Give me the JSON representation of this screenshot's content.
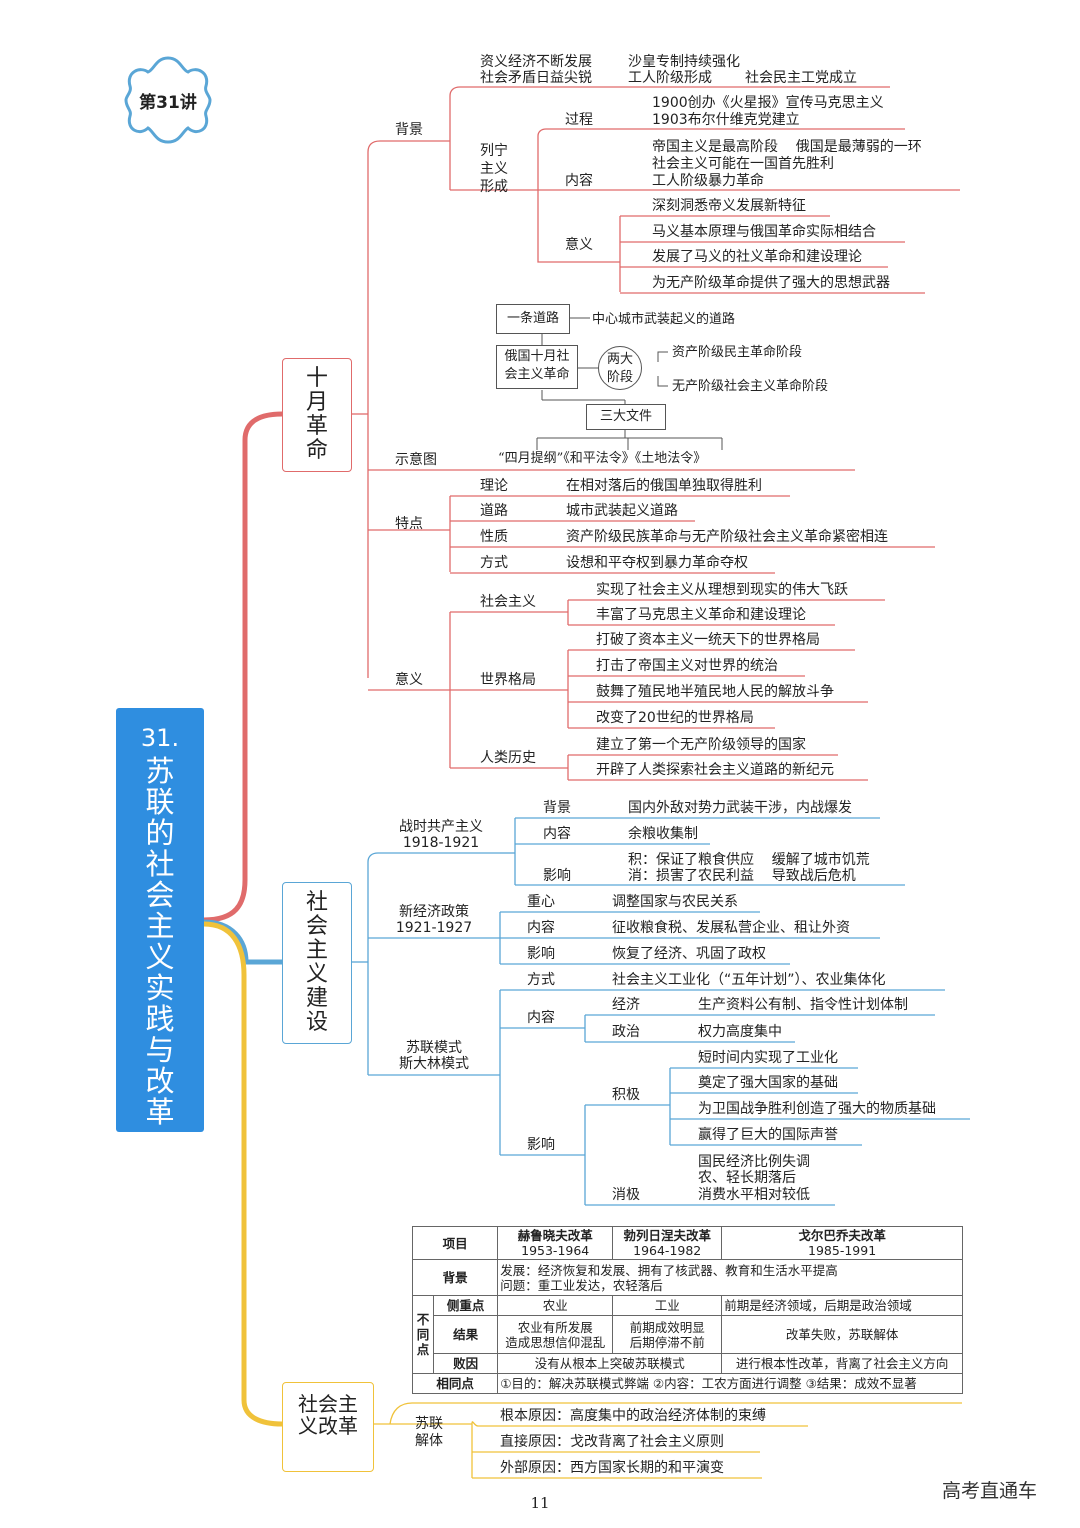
{
  "badge": "第31讲",
  "main_title": {
    "num": "31.",
    "text": "苏联的社会主义实践与改革"
  },
  "branches": {
    "october": "十月革命",
    "construction": "社会主义建设",
    "reform": "社会主义改革"
  },
  "october": {
    "background": {
      "label": "背景",
      "items": [
        {
          "a": "资义经济不断发展",
          "b": "沙皇专制持续强化"
        },
        {
          "a": "社会矛盾日益尖锐",
          "b": "工人阶级形成",
          "c": "社会民主工党成立"
        }
      ],
      "lenin": {
        "label": "列宁主义形成",
        "process": {
          "label": "过程",
          "lines": [
            "1900创办《火星报》宣传马克思主义",
            "1903布尔什维克党建立"
          ]
        },
        "content": {
          "label": "内容",
          "lines": [
            "帝国主义是最高阶段    俄国是最薄弱的一环",
            "社会主义可能在一国首先胜利",
            "工人阶级暴力革命"
          ]
        },
        "meaning": {
          "label": "意义",
          "lines": [
            "深刻洞悉帝义发展新特征",
            "马义基本原理与俄国革命实际相结合",
            "发展了马义的社义革命和建设理论",
            "为无产阶级革命提供了强大的思想武器"
          ]
        }
      }
    },
    "diagram": {
      "label": "示意图",
      "road": "一条道路",
      "road_desc": "中心城市武装起义的道路",
      "center": "俄国十月社会主义革命",
      "two_stages": "两大阶段",
      "stage1": "资产阶级民主革命阶段",
      "stage2": "无产阶级社会主义革命阶段",
      "three_docs": "三大文件",
      "docs": "“四月提纲”《和平法令》《土地法令》"
    },
    "features": {
      "label": "特点",
      "rows": [
        {
          "k": "理论",
          "v": "在相对落后的俄国单独取得胜利"
        },
        {
          "k": "道路",
          "v": "城市武装起义道路"
        },
        {
          "k": "性质",
          "v": "资产阶级民族革命与无产阶级社会主义革命紧密相连"
        },
        {
          "k": "方式",
          "v": "设想和平夺权到暴力革命夺权"
        }
      ]
    },
    "significance": {
      "label": "意义",
      "socialism": {
        "label": "社会主义",
        "lines": [
          "实现了社会主义从理想到现实的伟大飞跃",
          "丰富了马克思主义革命和建设理论"
        ]
      },
      "world": {
        "label": "世界格局",
        "lines": [
          "打破了资本主义一统天下的世界格局",
          "打击了帝国主义对世界的统治",
          "鼓舞了殖民地半殖民地人民的解放斗争",
          "改变了20世纪的世界格局"
        ]
      },
      "human": {
        "label": "人类历史",
        "lines": [
          "建立了第一个无产阶级领导的国家",
          "开辟了人类探索社会主义道路的新纪元"
        ]
      }
    }
  },
  "construction": {
    "war_communism": {
      "label": "战时共产主义\n1918-1921",
      "rows": [
        {
          "k": "背景",
          "v": "国内外敌对势力武装干涉，内战爆发"
        },
        {
          "k": "内容",
          "v": "余粮收集制"
        },
        {
          "k": "影响",
          "v1": "积：保证了粮食供应    缓解了城市饥荒",
          "v2": "消：损害了农民利益    导致战后危机"
        }
      ]
    },
    "nep": {
      "label": "新经济政策\n1921-1927",
      "rows": [
        {
          "k": "重心",
          "v": "调整国家与农民关系"
        },
        {
          "k": "内容",
          "v": "征收粮食税、发展私营企业、租让外资"
        },
        {
          "k": "影响",
          "v": "恢复了经济、巩固了政权"
        }
      ]
    },
    "soviet_model": {
      "label": "苏联模式\n斯大林模式",
      "method": {
        "k": "方式",
        "v": "社会主义工业化（“五年计划”）、农业集体化"
      },
      "content": {
        "k": "内容",
        "economy": {
          "k": "经济",
          "v": "生产资料公有制、指令性计划体制"
        },
        "politics": {
          "k": "政治",
          "v": "权力高度集中"
        }
      },
      "influence": {
        "k": "影响",
        "positive": {
          "k": "积极",
          "lines": [
            "短时间内实现了工业化",
            "奠定了强大国家的基础",
            "为卫国战争胜利创造了强大的物质基础",
            "赢得了巨大的国际声誉"
          ]
        },
        "negative": {
          "k": "消极",
          "lines": [
            "国民经济比例失调",
            "农、轻长期落后",
            "消费水平相对较低"
          ]
        }
      }
    }
  },
  "reform_table": {
    "h_item": "项目",
    "h1": "赫鲁晓夫改革",
    "h1_years": "1953-1964",
    "h2": "勃列日涅夫改革",
    "h2_years": "1964-1982",
    "h3": "戈尔巴乔夫改革",
    "h3_years": "1985-1991",
    "bg_label": "背景",
    "bg_line1": "发展：经济恢复和发展、拥有了核武器、教育和生活水平提高",
    "bg_line2": "问题：重工业发达，农轻落后",
    "diff_label": "不同点",
    "focus_label": "侧重点",
    "focus1": "农业",
    "focus2": "工业",
    "focus3": "前期是经济领域，后期是政治领域",
    "result_label": "结果",
    "result1a": "农业有所发展",
    "result1b": "造成思想信仰混乱",
    "result2a": "前期成效明显",
    "result2b": "后期停滞不前",
    "result3": "改革失败，苏联解体",
    "fail_label": "败因",
    "fail12": "没有从根本上突破苏联模式",
    "fail3": "进行根本性改革，背离了社会主义方向",
    "same_label": "相同点",
    "same": "①目的：解决苏联模式弊端 ②内容：工农方面进行调整 ③结果：成效不显著"
  },
  "collapse": {
    "label": "苏联解体",
    "causes": [
      "根本原因：高度集中的政治经济体制的束缚",
      "直接原因：戈改背离了社会主义原则",
      "外部原因：西方国家长期的和平演变"
    ]
  },
  "page_number": "11",
  "watermark": "高考直通车",
  "colors": {
    "red": "#e06b6b",
    "blue": "#5aa6d6",
    "yellow": "#f0c23a",
    "title_bg": "#2f8ee0",
    "badge": "#5aa6d6"
  }
}
